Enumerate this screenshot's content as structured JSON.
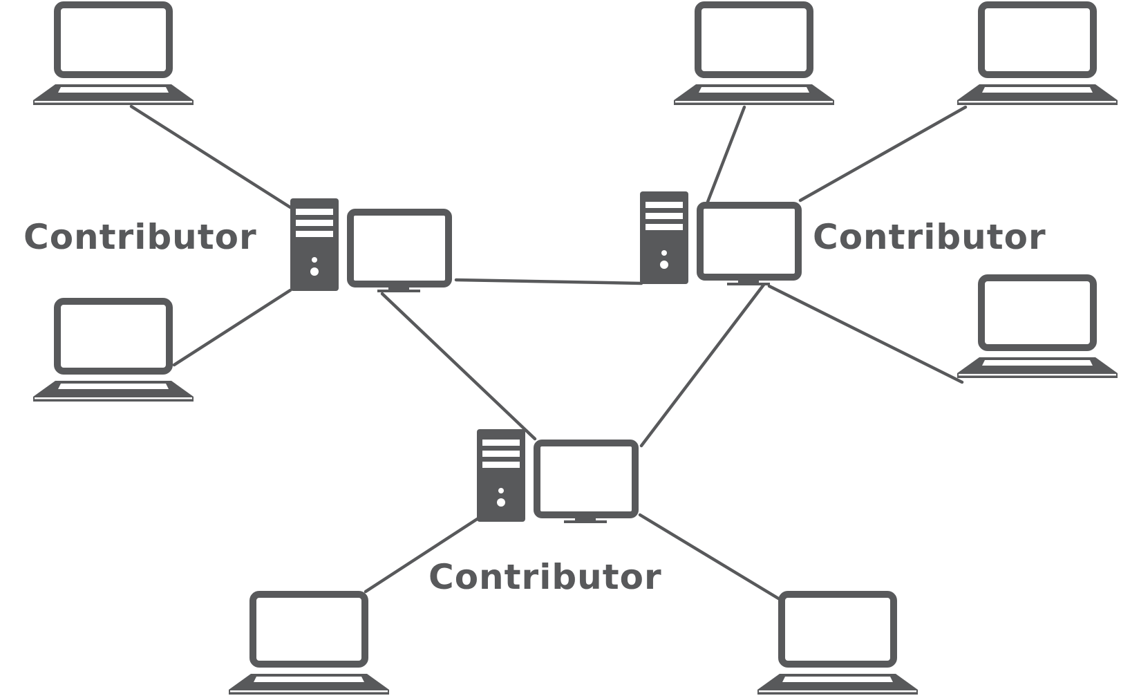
{
  "diagram": {
    "labels": {
      "left": "Contributor",
      "right": "Contributor",
      "bottom": "Contributor"
    },
    "icons": {
      "workstation": "desktop-tower-and-monitor-icon",
      "peer": "laptop-icon"
    },
    "colors": {
      "ink": "#58595b",
      "background": "#ffffff"
    }
  }
}
